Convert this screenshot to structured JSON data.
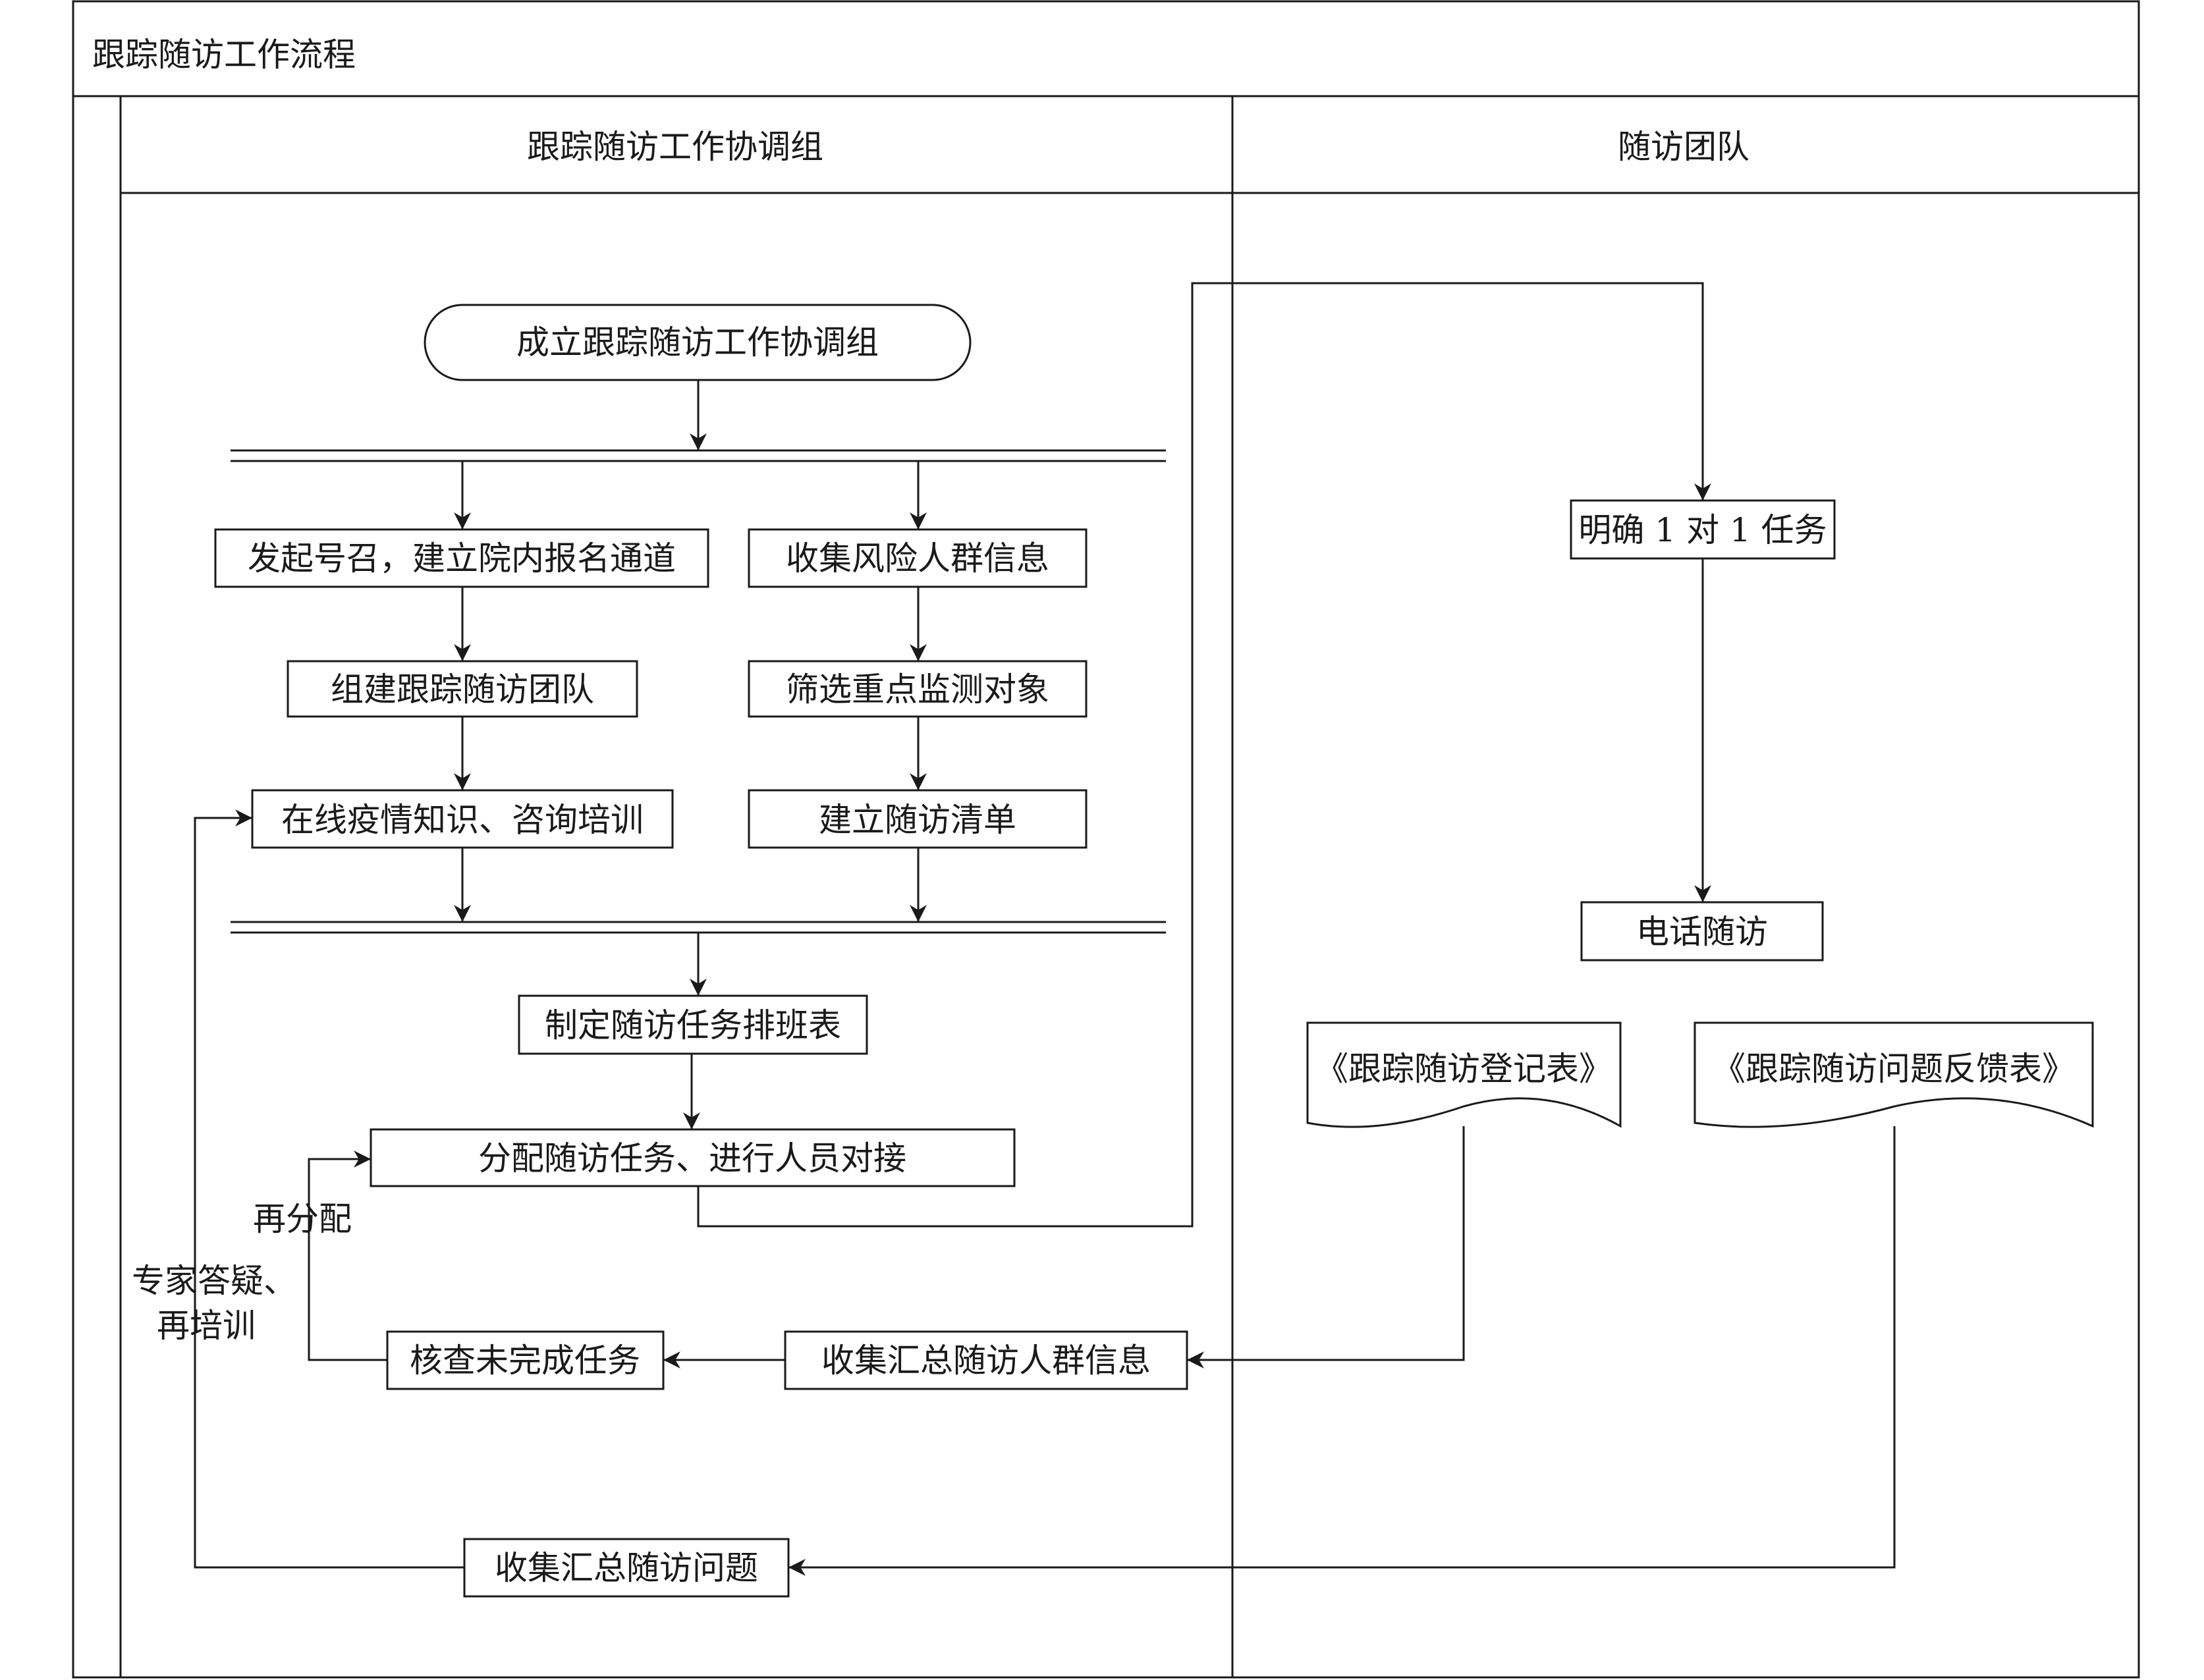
{
  "title": "跟踪随访工作流程",
  "lanes": {
    "left": "跟踪随访工作协调组",
    "right": "随访团队"
  },
  "nodes": {
    "start": "成立跟踪随访工作协调组",
    "call": "发起号召，建立院内报名通道",
    "collect_risk": "收集风险人群信息",
    "team": "组建跟踪随访团队",
    "screen": "筛选重点监测对象",
    "training": "在线疫情知识、咨询培训",
    "list": "建立随访清单",
    "schedule": "制定随访任务排班表",
    "assign": "分配随访任务、进行人员对接",
    "check": "核查未完成任务",
    "collect_info": "收集汇总随访人群信息",
    "collect_problems": "收集汇总随访问题",
    "task": "明确 1 对 1 任务",
    "phone": "电话随访",
    "register_form": "《跟踪随访登记表》",
    "feedback_form": "《跟踪随访问题反馈表》"
  },
  "edge_labels": {
    "reassign": "再分配",
    "expert_line1": "专家答疑、",
    "expert_line2": "再培训"
  }
}
